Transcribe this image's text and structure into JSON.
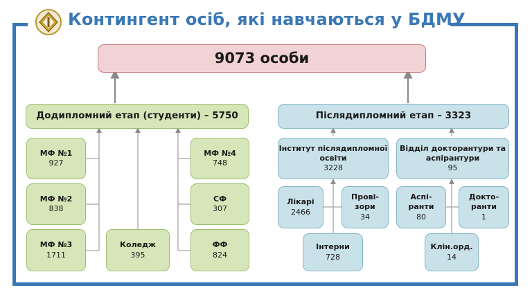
{
  "header": {
    "title": "Контингент осіб, які навчаються у БДМУ",
    "logo": "university-emblem"
  },
  "total": {
    "label": "9073 особи"
  },
  "undergrad": {
    "label": "Додипломний етап (студенти) – 5750",
    "mf1": {
      "name": "МФ №1",
      "value": "927"
    },
    "mf2": {
      "name": "МФ №2",
      "value": "838"
    },
    "mf3": {
      "name": "МФ №3",
      "value": "1711"
    },
    "college": {
      "name": "Коледж",
      "value": "395"
    },
    "mf4": {
      "name": "МФ №4",
      "value": "748"
    },
    "sf": {
      "name": "СФ",
      "value": "307"
    },
    "ff": {
      "name": "ФФ",
      "value": "824"
    }
  },
  "postgrad": {
    "label": "Післядипломний етап – 3323",
    "institute": {
      "name": "Інститут післядипломної освіти",
      "value": "3228"
    },
    "doctoral": {
      "name": "Відділ докторантури та аспірантури",
      "value": "95"
    },
    "doctors": {
      "name": "Лікарі",
      "value": "2466"
    },
    "pharmacists": {
      "name": "Прові-зори",
      "value": "34"
    },
    "interns": {
      "name": "Інтерни",
      "value": "728"
    },
    "aspirants": {
      "name": "Аспі-ранти",
      "value": "80"
    },
    "doctorants": {
      "name": "Докто-ранти",
      "value": "1"
    },
    "clinical": {
      "name": "Клін.орд.",
      "value": "14"
    }
  },
  "colors": {
    "frame": "#3a78b5",
    "green": "#d6e6b9",
    "blue": "#c9e1e8",
    "red": "#f2d3d5",
    "connector": "#9a9a9a"
  }
}
